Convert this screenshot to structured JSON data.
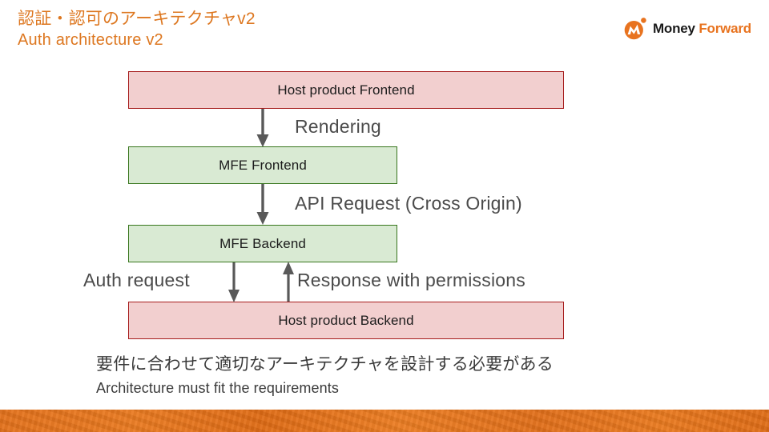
{
  "slide": {
    "background_color": "#ffffff",
    "title_ja": "認証・認可のアーキテクチャv2",
    "title_en": "Auth architecture v2",
    "title_color": "#dd7720",
    "accent_color": "#e8731f"
  },
  "logo": {
    "mark_name": "money-forward-logo-mark",
    "word_1": "Money",
    "word_2": "Forward",
    "word_1_color": "#1a1a1a",
    "word_2_color": "#e8731f",
    "mark_color": "#e8731f"
  },
  "diagram": {
    "nodes": [
      {
        "id": "host-frontend",
        "label": "Host product Frontend",
        "fill": "#f2cfcf",
        "stroke": "#a61c1c"
      },
      {
        "id": "mfe-frontend",
        "label": "MFE Frontend",
        "fill": "#d9ead3",
        "stroke": "#38761d"
      },
      {
        "id": "mfe-backend",
        "label": "MFE Backend",
        "fill": "#d9ead3",
        "stroke": "#38761d"
      },
      {
        "id": "host-backend",
        "label": "Host product Backend",
        "fill": "#f2cfcf",
        "stroke": "#a61c1c"
      }
    ],
    "edges": [
      {
        "id": "rendering",
        "label": "Rendering",
        "from": "host-frontend",
        "to": "mfe-frontend",
        "direction": "down"
      },
      {
        "id": "api",
        "label": "API Request (Cross Origin)",
        "from": "mfe-frontend",
        "to": "mfe-backend",
        "direction": "down"
      },
      {
        "id": "auth",
        "label": "Auth request",
        "from": "mfe-backend",
        "to": "host-backend",
        "direction": "down"
      },
      {
        "id": "response",
        "label": "Response with permissions",
        "from": "host-backend",
        "to": "mfe-backend",
        "direction": "up"
      }
    ],
    "arrow_color": "#595959",
    "label_color": "#4b4b4b"
  },
  "caption": {
    "line_ja": "要件に合わせて適切なアーキテクチャを設計する必要がある",
    "line_en": "Architecture must fit the requirements",
    "color": "#3a3a3a"
  },
  "bottom_bar": {
    "color": "#e4721b"
  }
}
